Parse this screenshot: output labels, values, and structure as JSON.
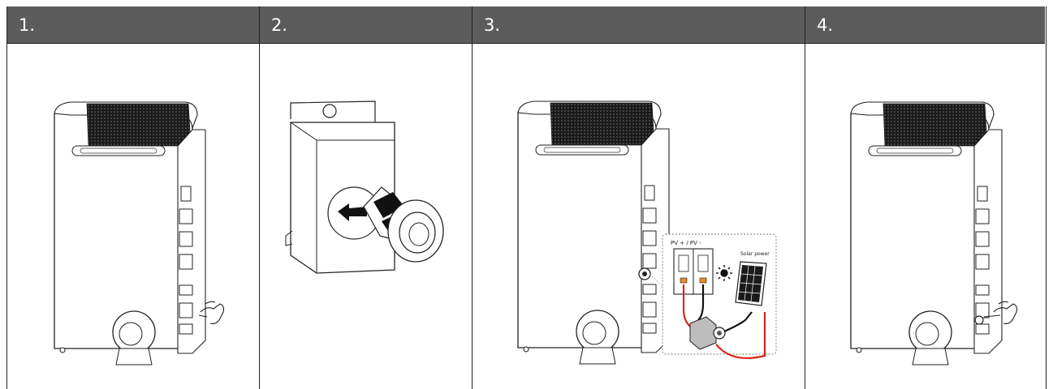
{
  "panels": [
    {
      "label": "1."
    },
    {
      "label": "2."
    },
    {
      "label": "3.",
      "terminal_label": "PV + / PV -",
      "solar_label": "Solar power"
    },
    {
      "label": "4."
    }
  ],
  "colors": {
    "header_bg": "#5c5c5c",
    "header_text": "#ffffff",
    "wire_red": "#d9261c",
    "wire_black": "#111111"
  }
}
